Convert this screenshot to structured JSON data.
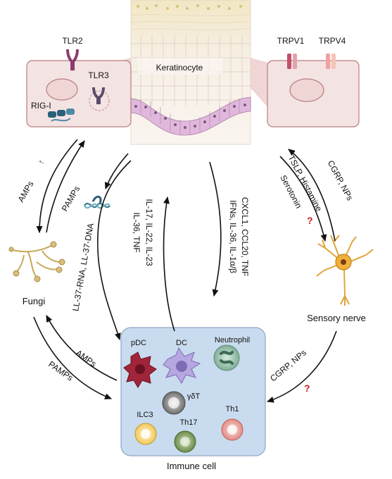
{
  "labels": {
    "keratinocyte": "Keratinocyte",
    "tlr2": "TLR2",
    "tlr3": "TLR3",
    "rig_i": "RIG-I",
    "trpv1": "TRPV1",
    "trpv4": "TRPV4",
    "fungi": "Fungi",
    "sensory_nerve": "Sensory nerve",
    "immune_cell": "Immune cell"
  },
  "cells": {
    "pdc": "pDC",
    "dc": "DC",
    "neutrophil": "Neutrophil",
    "gdt": "γδT",
    "ilc3": "ILC3",
    "th17": "Th17",
    "th1": "Th1"
  },
  "arrows": {
    "amps_up": "AMPs",
    "amps_up_mark": "↑",
    "pamps_top": "PAMPs",
    "ll37": "LL-37-RNA, LL-37-DNA",
    "il17_line1": "IL-17, IL-22, IL-23",
    "il17_line2": "IL-36, TNF",
    "cxcl_line1": "CXCL1, CCL20, TNF",
    "cxcl_line2": "IFNs, IL-36, IL-1α/β",
    "cgrp_top": "CGRP, NPs",
    "tslp_line1": "TSLP, Histamine",
    "tslp_line2": "Serotonin",
    "amps_bottom": "AMPs",
    "pamps_bottom": "PAMPs",
    "cgrp_bottom": "CGRP, NPs",
    "question": "?"
  },
  "colors": {
    "cell_fill": "#f4e3e3",
    "cell_stroke": "#b77e7e",
    "immune_box": "#c9dbee",
    "question": "#d11c1c",
    "basal_cells": "#e0b8dc",
    "skin_top": "#f2e7c4"
  }
}
